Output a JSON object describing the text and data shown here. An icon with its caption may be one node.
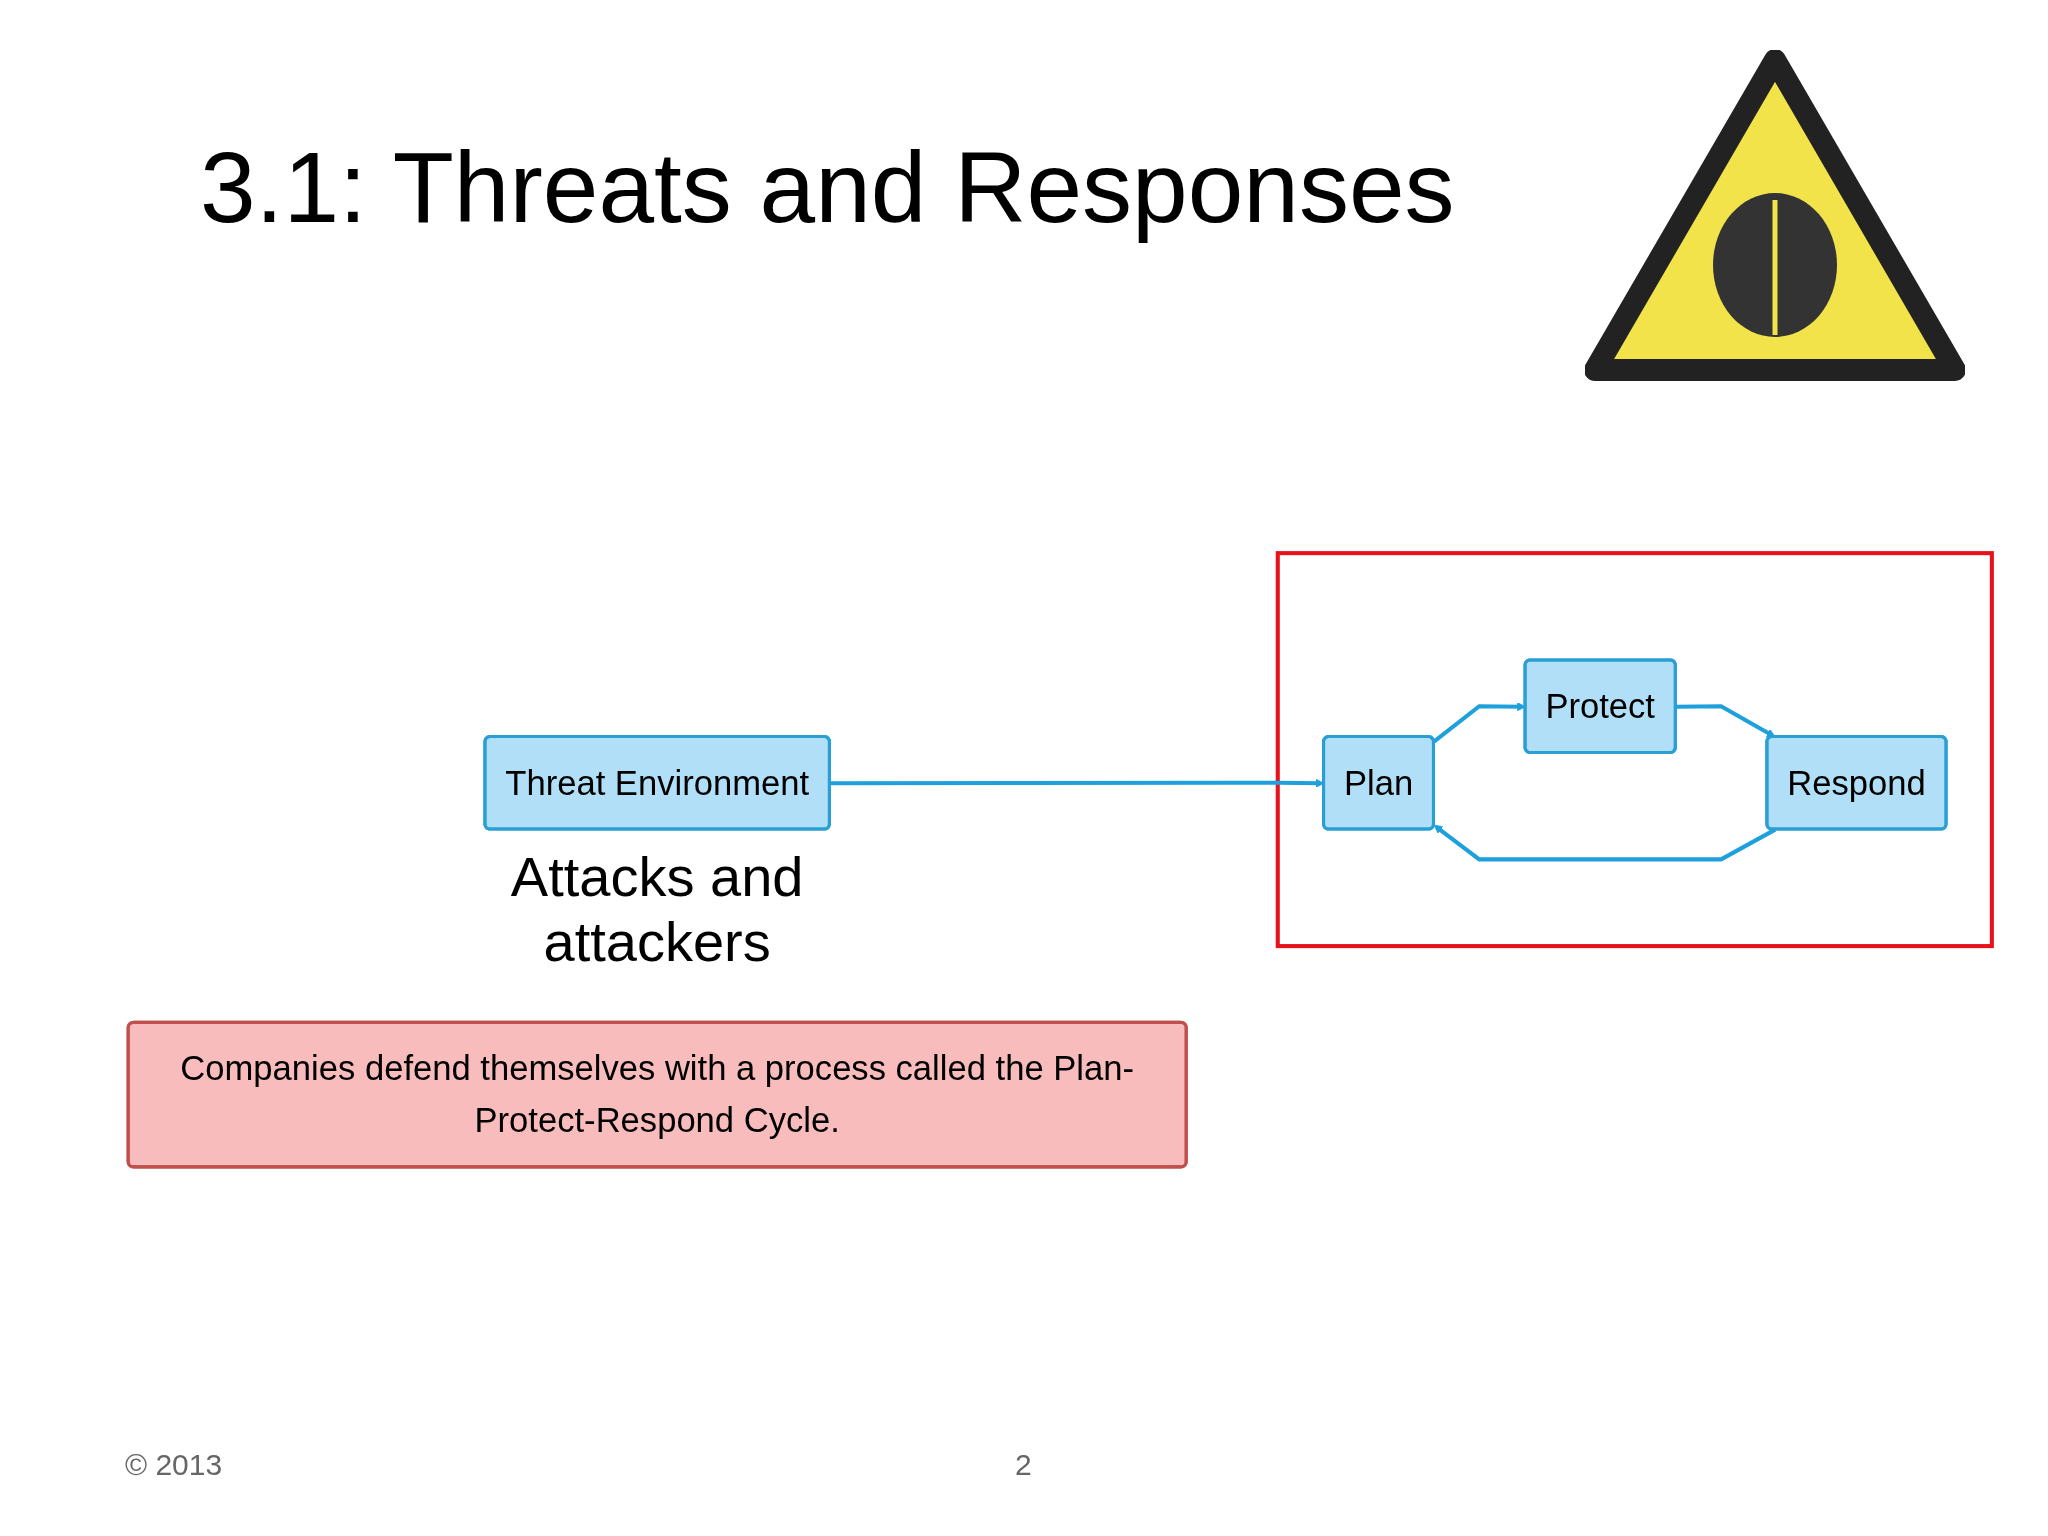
{
  "diagram": {
    "title": "3.1: Threats and Responses",
    "nodes": [
      {
        "text": [
          "Threat Environment"
        ],
        "beside": [
          "Attacks and attackers"
        ]
      },
      {
        "text": [],
        "shape": "box"
      },
      {
        "text": [
          "Plan"
        ],
        "in": 1
      },
      {
        "text": [
          "Protect"
        ],
        "in": 1
      },
      {
        "text": [
          "Respond"
        ],
        "in": 1
      },
      {
        "text": [
          "Companies defend themselves with a process called the Plan-Protect-Respond Cycle."
        ]
      }
    ],
    "edges": [
      {
        "from": 0,
        "to": 2,
        "arrow": "to"
      },
      {
        "from": 2,
        "to": 3,
        "arrow": "to"
      },
      {
        "from": 3,
        "to": 4,
        "arrow": "to"
      },
      {
        "from": 4,
        "to": 2,
        "arrow": "to"
      }
    ],
    "labels": [
      "© 2013",
      "2"
    ]
  }
}
